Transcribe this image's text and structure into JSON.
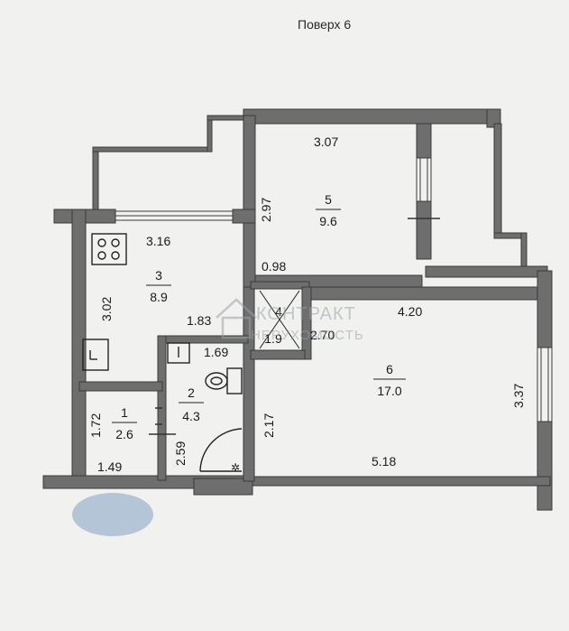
{
  "floor_title": "Поверх 6",
  "watermark": {
    "line1": "КОНТРАКТ",
    "line2": "НЕРУХОМОСТЬ"
  },
  "rooms": [
    {
      "number": "1",
      "area": "2.6"
    },
    {
      "number": "2",
      "area": "4.3"
    },
    {
      "number": "3",
      "area": "8.9"
    },
    {
      "number": "4",
      "area": "1.9"
    },
    {
      "number": "5",
      "area": "9.6"
    },
    {
      "number": "6",
      "area": "17.0"
    }
  ],
  "dimensions": {
    "d_3_07": "3.07",
    "d_2_97": "2.97",
    "d_3_16": "3.16",
    "d_3_02": "3.02",
    "d_0_98": "0.98",
    "d_1_83": "1.83",
    "d_1_69": "1.69",
    "d_4_20": "4.20",
    "d_2_70": "2.70",
    "d_3_37": "3.37",
    "d_1_72": "1.72",
    "d_2_59": "2.59",
    "d_2_17": "2.17",
    "d_1_49": "1.49",
    "d_5_18": "5.18"
  },
  "colors": {
    "wall": "#6e6e6e",
    "wall_dark": "#3a3a3a",
    "paper": "#f1f1ef",
    "blur": "#a9bdd2"
  }
}
